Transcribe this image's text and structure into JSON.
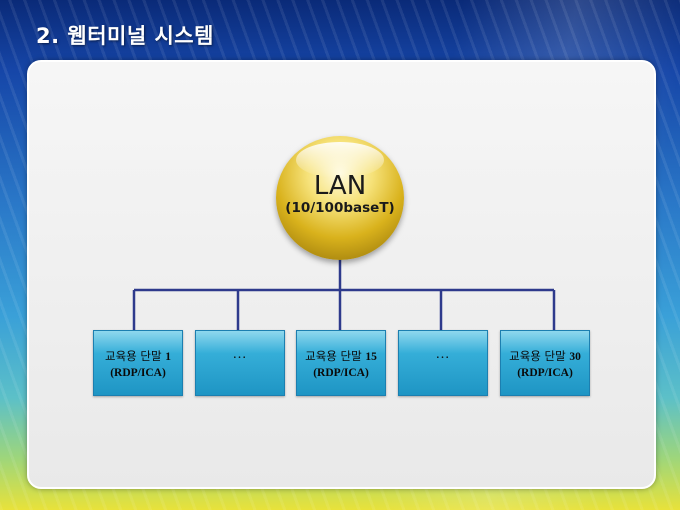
{
  "slide": {
    "title": "2. 웹터미널 시스템"
  },
  "diagram": {
    "hub": {
      "title": "LAN",
      "subtitle": "(10/100baseT)"
    },
    "nodes": [
      {
        "name": "교육용 단말",
        "number": "1",
        "protocol": "(RDP/ICA)"
      },
      {
        "ellipsis": "…"
      },
      {
        "name": "교육용 단말",
        "number": "15",
        "protocol": "(RDP/ICA)"
      },
      {
        "ellipsis": "…"
      },
      {
        "name": "교육용 단말",
        "number": "30",
        "protocol": "(RDP/ICA)"
      }
    ],
    "colors": {
      "connector": "#2e3a8c",
      "node_fill": "#2aa3d2",
      "hub_fill": "#e2c02c"
    }
  }
}
